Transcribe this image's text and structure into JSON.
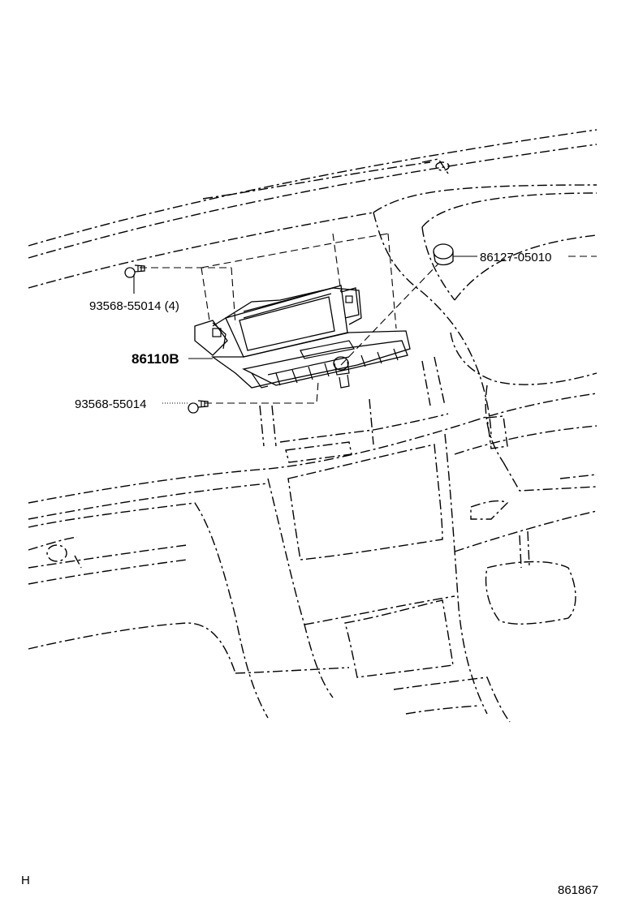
{
  "diagram": {
    "callouts": {
      "screw_top": "93568-55014 (4)",
      "display_unit": "86110B",
      "screw_bottom": "93568-55014",
      "knob": "86127-05010"
    },
    "corner_letter": "H",
    "diagram_number": "861867"
  }
}
